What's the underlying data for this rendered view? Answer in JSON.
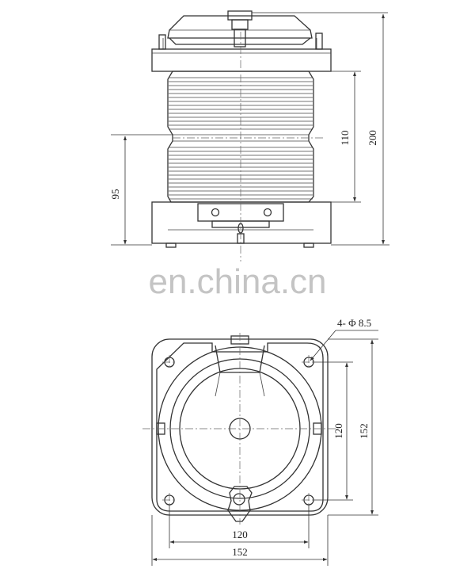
{
  "watermark": "en.china.cn",
  "side_view": {
    "dim_height_total": "200",
    "dim_body_height": "110",
    "dim_base_height": "95"
  },
  "top_view": {
    "dim_holes": "4- Φ 8.5",
    "dim_hole_spacing_v": "120",
    "dim_width_v": "152",
    "dim_hole_spacing_h": "120",
    "dim_width_h": "152"
  }
}
